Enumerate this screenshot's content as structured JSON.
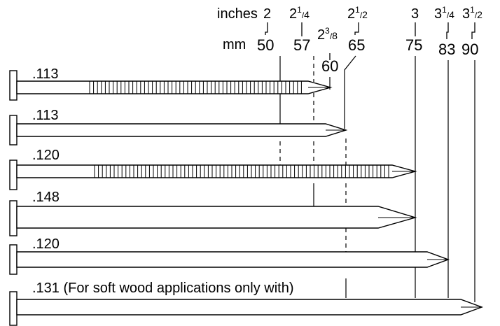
{
  "scale": {
    "inches_label": "inches",
    "mm_label": "mm",
    "marks": [
      {
        "key": "m2",
        "inch_whole": "2",
        "inch_num": "",
        "inch_den": "",
        "mm": "50"
      },
      {
        "key": "m214",
        "inch_whole": "2",
        "inch_num": "1",
        "inch_den": "4",
        "mm": "57"
      },
      {
        "key": "m238",
        "inch_whole": "2",
        "inch_num": "3",
        "inch_den": "8",
        "mm": "60"
      },
      {
        "key": "m212",
        "inch_whole": "2",
        "inch_num": "1",
        "inch_den": "2",
        "mm": "65"
      },
      {
        "key": "m3",
        "inch_whole": "3",
        "inch_num": "",
        "inch_den": "",
        "mm": "75"
      },
      {
        "key": "m314",
        "inch_whole": "3",
        "inch_num": "1",
        "inch_den": "4",
        "mm": "83"
      },
      {
        "key": "m312",
        "inch_whole": "3",
        "inch_num": "1",
        "inch_den": "2",
        "mm": "90"
      }
    ]
  },
  "nails": [
    {
      "diameter": ".113",
      "shank": "ring",
      "length_mm": "60"
    },
    {
      "diameter": ".113",
      "shank": "smooth",
      "length_mm": "65"
    },
    {
      "diameter": ".120",
      "shank": "ring",
      "length_mm": "75"
    },
    {
      "diameter": ".148",
      "shank": "smooth",
      "length_mm": "75"
    },
    {
      "diameter": ".120",
      "shank": "smooth",
      "length_mm": "83"
    },
    {
      "diameter": ".131 (For soft wood applications only with)",
      "shank": "smooth",
      "length_mm": "90"
    }
  ],
  "colors": {
    "line": "#000000",
    "fill": "#ffffff"
  }
}
